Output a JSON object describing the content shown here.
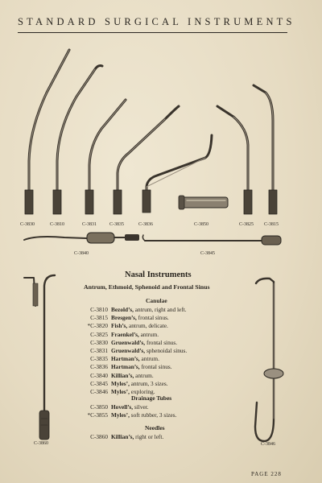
{
  "header": {
    "title": "STANDARD SURGICAL INSTRUMENTS"
  },
  "figure_labels": {
    "c3830": "C-3830",
    "c3810": "C-3810",
    "c3831": "C-3831",
    "c3835": "C-3835",
    "c3836": "C-3836",
    "c3850": "C-3850",
    "c3825": "C-3825",
    "c3815": "C-3815",
    "c3840": "C-3840",
    "c3845": "C-3845",
    "c3860": "C-3860",
    "c3846": "C-3846"
  },
  "section": {
    "title": "Nasal Instruments",
    "subtitle": "Antrum, Ethmoid, Sphenoid and Frontal Sinus"
  },
  "canulae": {
    "heading": "Canulae",
    "items": [
      {
        "code": "C-3810",
        "name": "Bezold’s,",
        "desc": "antrum, right and left."
      },
      {
        "code": "C-3815",
        "name": "Bresgen’s,",
        "desc": "frontal sinus."
      },
      {
        "code": "*C-3820",
        "name": "Fish’s,",
        "desc": "antrum, delicate."
      },
      {
        "code": "C-3825",
        "name": "Fraenkel’s,",
        "desc": "antrum."
      },
      {
        "code": "C-3830",
        "name": "Gruenwald’s,",
        "desc": "frontal sinus."
      },
      {
        "code": "C-3831",
        "name": "Gruenwald’s,",
        "desc": "sphenoidal sinus."
      },
      {
        "code": "C-3835",
        "name": "Hartman’s,",
        "desc": "antrum."
      },
      {
        "code": "C-3836",
        "name": "Hartman’s,",
        "desc": "frontal sinus."
      },
      {
        "code": "C-3840",
        "name": "Killian’s,",
        "desc": "antrum."
      },
      {
        "code": "C-3845",
        "name": "Myles’,",
        "desc": "antrum, 3 sizes."
      },
      {
        "code": "C-3846",
        "name": "Myles’,",
        "desc": "exploring."
      }
    ]
  },
  "drainage": {
    "heading": "Drainage Tubes",
    "items": [
      {
        "code": "C-3850",
        "name": "Hovell’s,",
        "desc": "silver."
      },
      {
        "code": "*C-3855",
        "name": "Myles’,",
        "desc": "soft rubber, 3 sizes."
      }
    ]
  },
  "needles": {
    "heading": "Needles",
    "items": [
      {
        "code": "C-3860",
        "name": "Killian’s,",
        "desc": "right or left."
      }
    ]
  },
  "footer": {
    "page": "PAGE 228"
  }
}
